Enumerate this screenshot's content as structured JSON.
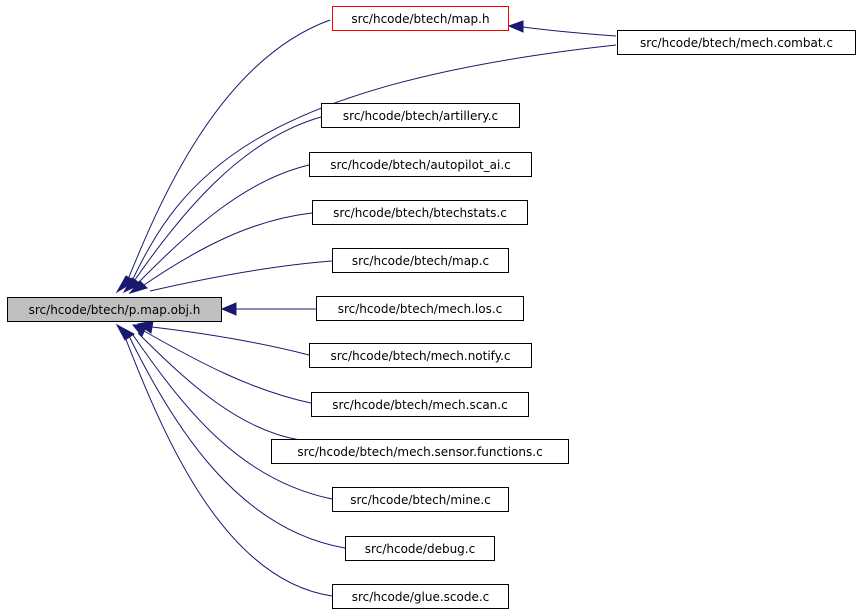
{
  "colors": {
    "edge": "#191970",
    "root_fill": "#bfbfbf",
    "highlight_border": "#ff0000",
    "node_border": "#000000"
  },
  "nodes": {
    "root": "src/hcode/btech/p.map.obj.h",
    "map_h": "src/hcode/btech/map.h",
    "mech_combat": "src/hcode/btech/mech.combat.c",
    "artillery": "src/hcode/btech/artillery.c",
    "autopilot_ai": "src/hcode/btech/autopilot_ai.c",
    "btechstats": "src/hcode/btech/btechstats.c",
    "map_c": "src/hcode/btech/map.c",
    "mech_los": "src/hcode/btech/mech.los.c",
    "mech_notify": "src/hcode/btech/mech.notify.c",
    "mech_scan": "src/hcode/btech/mech.scan.c",
    "mech_sensor_functions": "src/hcode/btech/mech.sensor.functions.c",
    "mine": "src/hcode/btech/mine.c",
    "debug": "src/hcode/debug.c",
    "glue_scode": "src/hcode/glue.scode.c"
  }
}
